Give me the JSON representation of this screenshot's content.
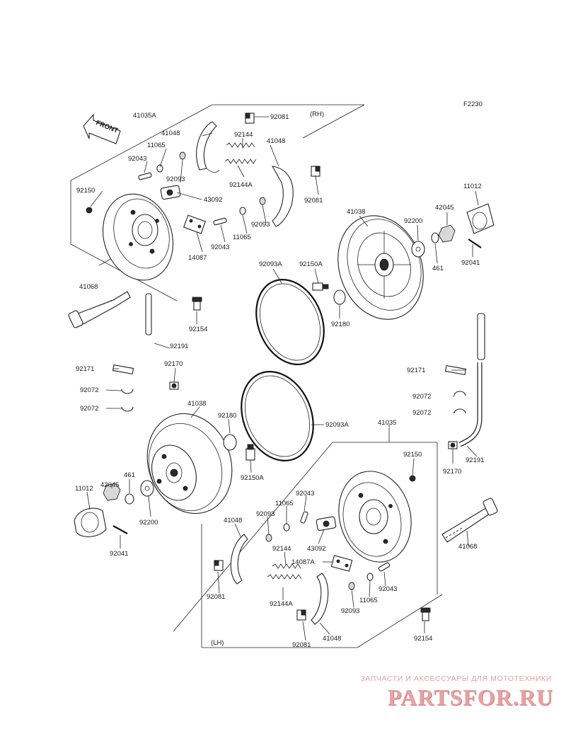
{
  "figure_code": "F2230",
  "front_label": "FRONT",
  "section_labels": {
    "rh": "(RH)",
    "lh": "(LH)"
  },
  "callouts": [
    "41035A",
    "92081",
    "41048",
    "92144",
    "11065",
    "92043",
    "92093",
    "41048",
    "92144A",
    "43092",
    "92150",
    "92081",
    "92093",
    "11065",
    "14087",
    "92043",
    "41068",
    "92154",
    "92093A",
    "92150A",
    "92180",
    "41038",
    "92200",
    "42045",
    "461",
    "11012",
    "92041",
    "92191",
    "92171",
    "92170",
    "92072",
    "92072",
    "41038",
    "92180",
    "92093A",
    "92150A",
    "11012",
    "42045",
    "461",
    "92200",
    "92041",
    "92171",
    "92072",
    "92072",
    "92170",
    "92191",
    "41035",
    "92150",
    "92043",
    "11065",
    "92093",
    "41048",
    "92144",
    "43092",
    "14087A",
    "92144A",
    "92081",
    "92081",
    "41048",
    "92093",
    "11065",
    "92043",
    "41068",
    "92154"
  ],
  "watermark": {
    "tagline": "ЗАПЧАСТИ И АКСЕССУАРЫ ДЛЯ МОТОТЕХНИКИ",
    "logo": "PARTSFOR.RU"
  }
}
